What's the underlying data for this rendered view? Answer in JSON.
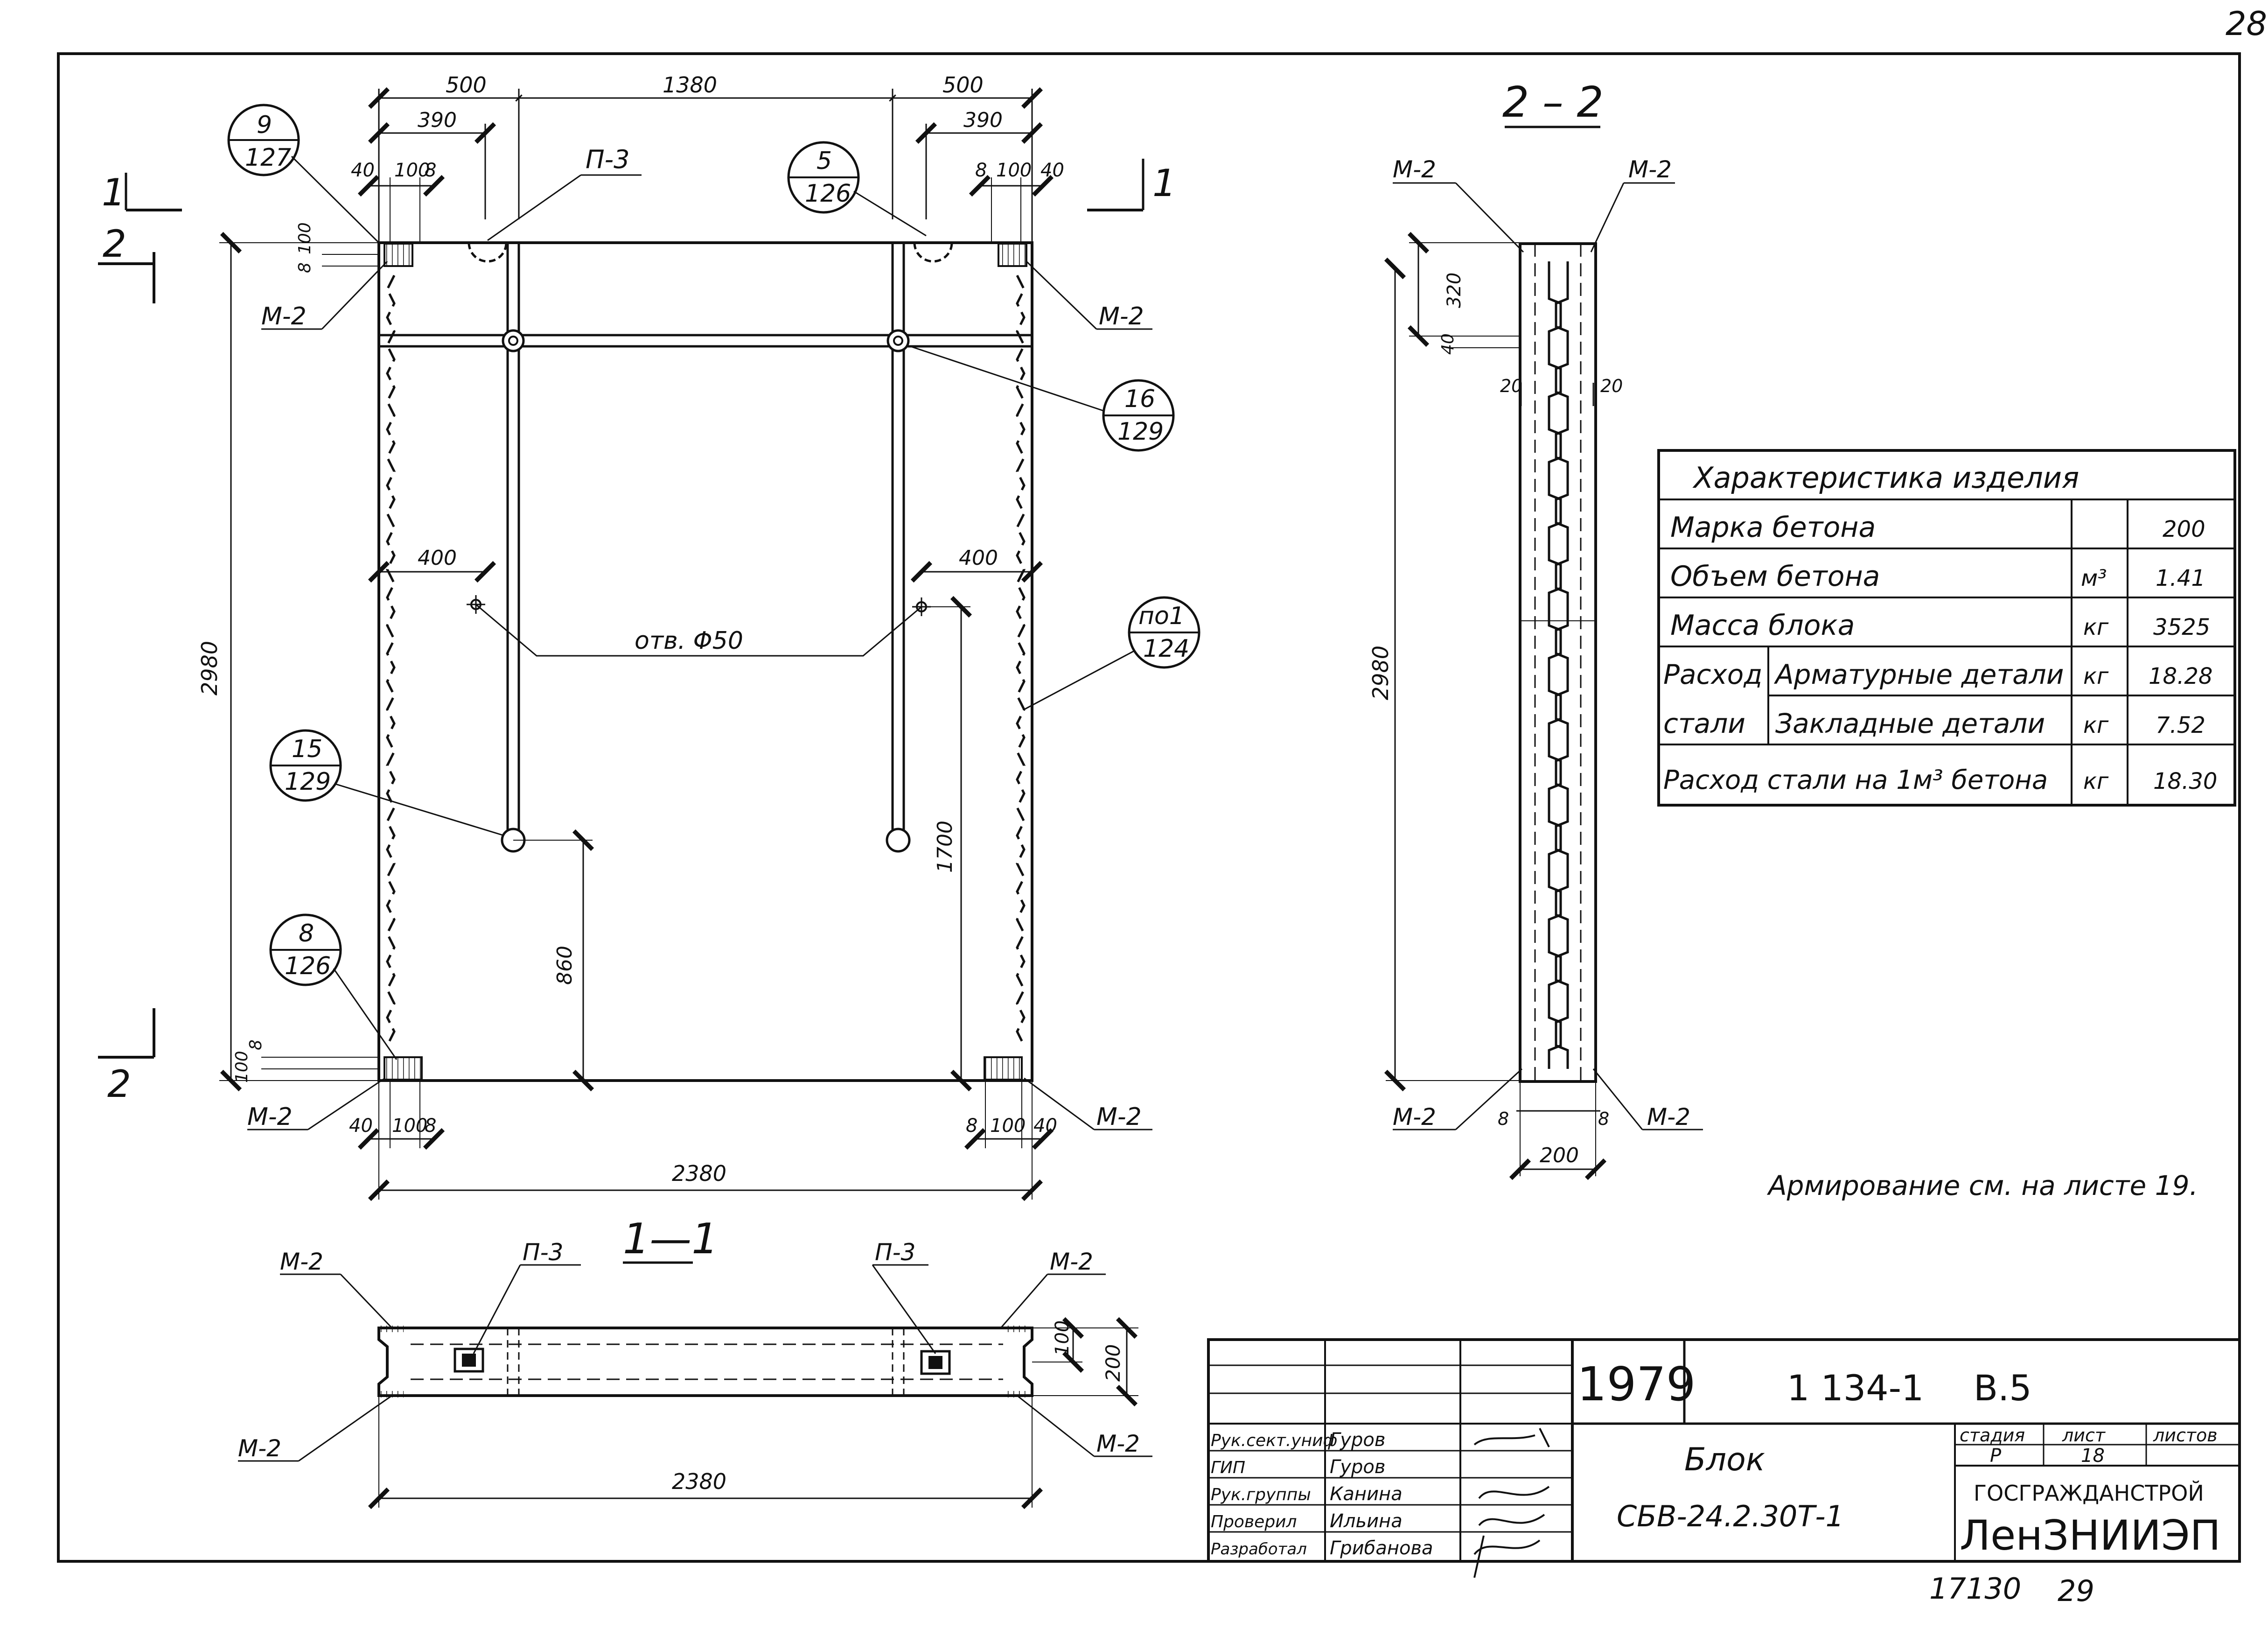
{
  "page_number": "28",
  "footer": {
    "archive": "17130",
    "page": "29"
  },
  "sections": {
    "s11": "1—1",
    "s22": "2 – 2"
  },
  "section_marks": {
    "one": "1",
    "two": "2"
  },
  "elevation": {
    "dims": {
      "top_500_l": "500",
      "top_1380": "1380",
      "top_500_r": "500",
      "top_390_l": "390",
      "top_390_r": "390",
      "d40_tl": "40",
      "d100_tl": "100",
      "d8_tl": "8",
      "d8_tr": "8",
      "d100_tr": "100",
      "d40_tr": "40",
      "d8_vt": "8",
      "d100_vt": "100",
      "d100_vb": "100",
      "d8_vb": "8",
      "height": "2980",
      "d400_l": "400",
      "d400_r": "400",
      "d860": "860",
      "d1700": "1700",
      "d40_bl": "40",
      "d100_bl": "100",
      "d8_bl": "8",
      "d8_br": "8",
      "d100_br": "100",
      "d40_br": "40",
      "width": "2380"
    },
    "refs": {
      "r9": {
        "top": "9",
        "bottom": "127"
      },
      "r5": {
        "top": "5",
        "bottom": "126"
      },
      "r16": {
        "top": "16",
        "bottom": "129"
      },
      "r15": {
        "top": "15",
        "bottom": "129"
      },
      "r8": {
        "top": "8",
        "bottom": "126"
      },
      "r1": {
        "top": "по1",
        "bottom": "124"
      }
    },
    "labels": {
      "p3": "П-3",
      "m2_tl": "М-2",
      "m2_tr": "М-2",
      "m2_bl": "М-2",
      "m2_br": "М-2",
      "hole": "отв. Φ50"
    }
  },
  "section22": {
    "m2_tl": "М-2",
    "m2_tr": "М-2",
    "m2_bl": "М-2",
    "m2_br": "М-2",
    "d320": "320",
    "d40": "40",
    "d20_l": "20",
    "d20_r": "20",
    "height": "2980",
    "d8_l": "8",
    "d8_r": "8",
    "width": "200"
  },
  "section11": {
    "m2_tl": "М-2",
    "m2_tr": "М-2",
    "m2_bl": "М-2",
    "m2_br": "М-2",
    "p3_l": "П-3",
    "p3_r": "П-3",
    "d100": "100",
    "d200": "200",
    "width": "2380"
  },
  "spec_table": {
    "title": "Характеристика изделия",
    "rows": [
      {
        "name": "Марка бетона",
        "unit": "",
        "value": "200"
      },
      {
        "name": "Объем бетона",
        "unit": "м³",
        "value": "1.41"
      },
      {
        "name": "Масса блока",
        "unit": "кг",
        "value": "3525"
      },
      {
        "group": "Расход",
        "name": "Арматурные детали",
        "unit": "кг",
        "value": "18.28"
      },
      {
        "group": "стали",
        "name": "Закладные детали",
        "unit": "кг",
        "value": "7.52"
      },
      {
        "name": "Расход стали на 1м³ бетона",
        "unit": "кг",
        "value": "18.30"
      }
    ]
  },
  "note": "Армирование см. на листе 19.",
  "title_block": {
    "year": "1979",
    "series": "1 134-1",
    "issue": "В.5",
    "roles": [
      {
        "role": "Рук.сект.униф",
        "name": "Гуров"
      },
      {
        "role": "ГИП",
        "name": "Гуров"
      },
      {
        "role": "Рук.группы",
        "name": "Канина"
      },
      {
        "role": "Проверил",
        "name": "Ильина"
      },
      {
        "role": "Разработал",
        "name": "Грибанова"
      }
    ],
    "product_type": "Блок",
    "product_mark": "СБВ-24.2.30Т-1",
    "stage_label": "стадия",
    "sheet_label": "лист",
    "sheets_label": "листов",
    "stage": "Р",
    "sheet": "18",
    "sheets": "",
    "org_top": "ГОСГРАЖДАНСТРОЙ",
    "org_bottom": "ЛенЗНИИЭП"
  }
}
